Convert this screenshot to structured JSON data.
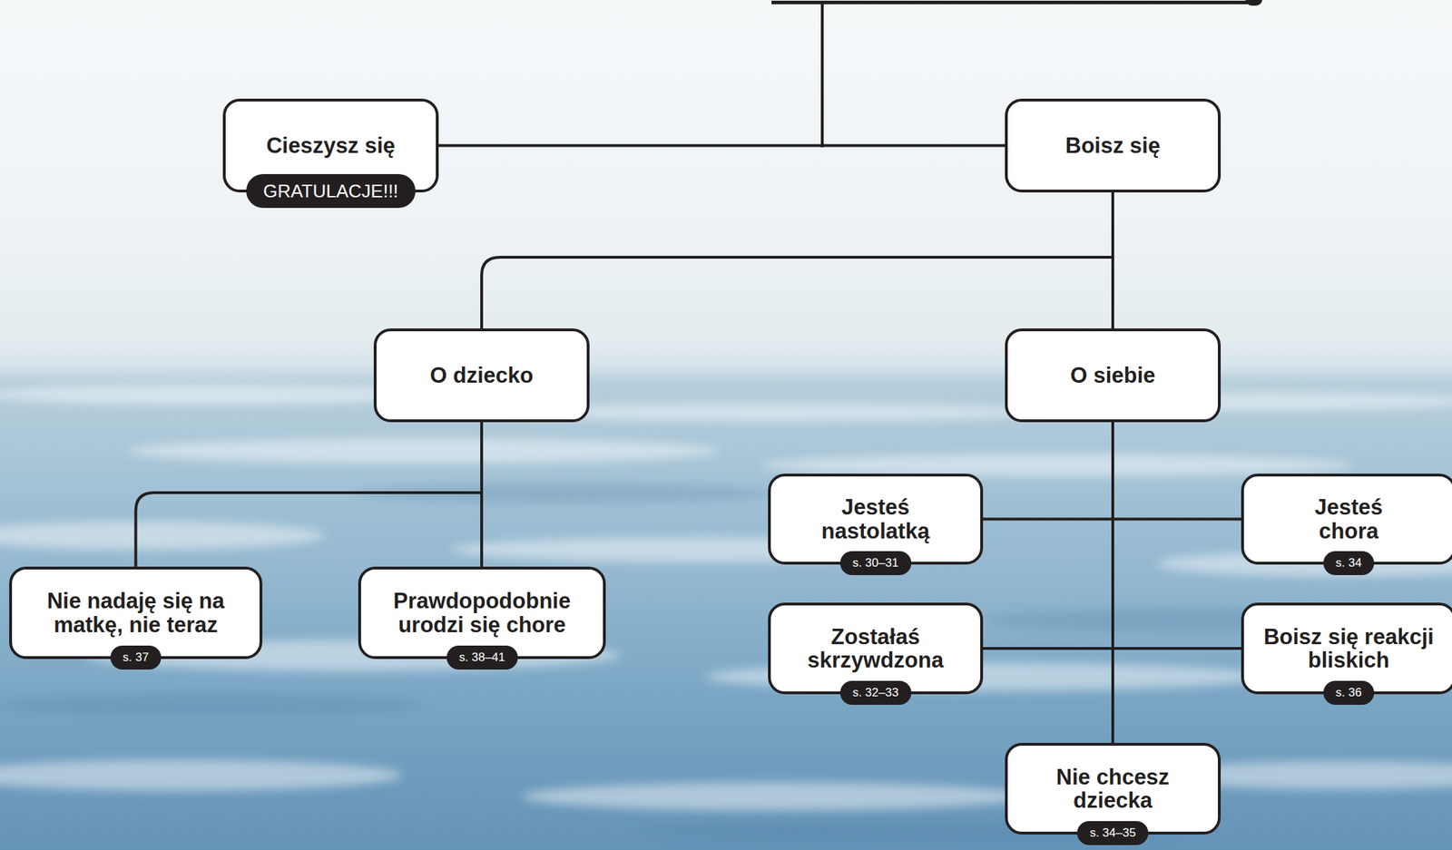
{
  "diagram": {
    "nodes": [
      {
        "text": [
          "Cieszysz się",
          "GRATULACJE!!!"
        ]
      },
      {
        "text": [
          "Boisz się"
        ]
      },
      {
        "text": [
          "O dziecko"
        ]
      },
      {
        "text": [
          "O siebie"
        ]
      },
      {
        "text": [
          "Jesteś nastolatką",
          "s. 30–31"
        ]
      },
      {
        "text": [
          "Jesteś chora",
          "s. 34"
        ]
      },
      {
        "text": [
          "Nie nadaję się na matkę, nie teraz",
          "s. 37"
        ]
      },
      {
        "text": [
          "Prawdopodobnie urodzi się chore",
          "s. 38–41"
        ]
      },
      {
        "text": [
          "Zostałaś skrzywdzona",
          "s. 32–33"
        ]
      },
      {
        "text": [
          "Boisz się reakcji bliskich",
          "s. 36"
        ]
      },
      {
        "text": [
          "Nie chcesz dziecka",
          "s. 34–35"
        ]
      }
    ],
    "edges": [
      {
        "from": 0,
        "to": 1,
        "arrow": "none"
      },
      {
        "from": 1,
        "to": 2,
        "arrow": "none"
      },
      {
        "from": 1,
        "to": 3,
        "arrow": "none"
      },
      {
        "from": 2,
        "to": 6,
        "arrow": "none"
      },
      {
        "from": 2,
        "to": 7,
        "arrow": "none"
      },
      {
        "from": 3,
        "to": 4,
        "arrow": "none"
      },
      {
        "from": 3,
        "to": 5,
        "arrow": "none"
      },
      {
        "from": 3,
        "to": 8,
        "arrow": "none"
      },
      {
        "from": 3,
        "to": 9,
        "arrow": "none"
      },
      {
        "from": 3,
        "to": 10,
        "arrow": "none"
      }
    ]
  }
}
